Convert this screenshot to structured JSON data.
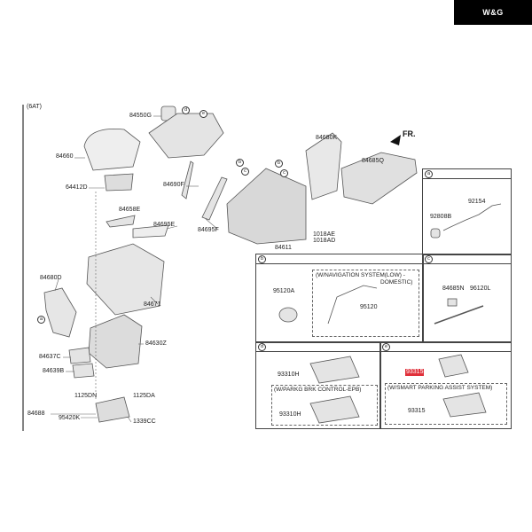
{
  "logo": "W&G",
  "variant": "(6AT)",
  "direction": "FR.",
  "parts": {
    "p84550G": "84550G",
    "p84660": "84660",
    "p64412D": "64412D",
    "p84658E": "84658E",
    "p84695E": "84695E",
    "p84690F": "84690F",
    "p84695F": "84695F",
    "p84680K": "84680K",
    "p84685Q": "84685Q",
    "p1018AE": "1018AE",
    "p1018AD": "1018AD",
    "p84611": "84611",
    "p84680D": "84680D",
    "p84671": "84671",
    "p84630Z": "84630Z",
    "p84637C": "84637C",
    "p84639B": "84639B",
    "p1125DN": "1125DN",
    "p1125DA": "1125DA",
    "p84688": "84688",
    "p95420K": "95420K",
    "p1339CC": "1339CC"
  },
  "callouts": {
    "a": "a",
    "b": "b",
    "c": "c",
    "d": "d",
    "e": "e"
  },
  "box_a": {
    "letter": "a",
    "p92154": "92154",
    "p92808B": "92808B"
  },
  "box_b": {
    "letter": "b",
    "p95120A": "95120A",
    "note1": "(W/NAVIGATION SYSTEM(LOW) -",
    "note2": "DOMESTIC)",
    "p95120": "95120"
  },
  "box_c": {
    "letter": "c",
    "p84685N": "84685N",
    "p96120L": "96120L"
  },
  "box_d": {
    "letter": "d",
    "p93310H_1": "93310H",
    "note": "(W/PARKG BRK CONTROL-EPB)",
    "p93310H_2": "93310H"
  },
  "box_e": {
    "letter": "e",
    "p93315_highlight": "93315",
    "note": "(W/SMART PARKING ASSIST SYSTEM)",
    "p93315": "93315"
  },
  "colors": {
    "highlight": "#e0303a"
  }
}
